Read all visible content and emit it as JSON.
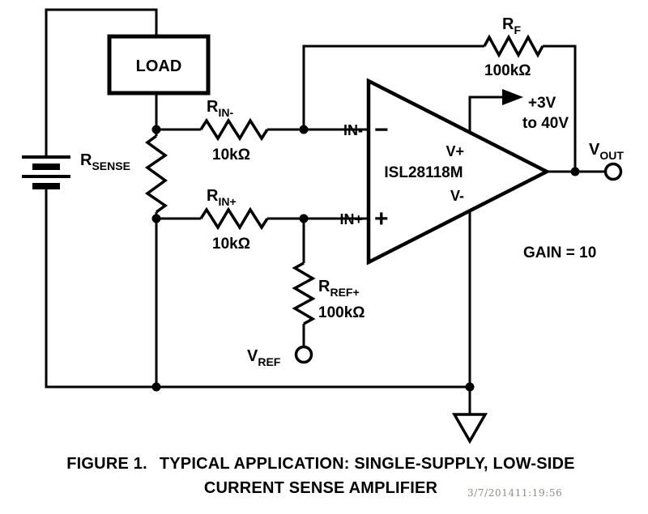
{
  "labels": {
    "load": "LOAD",
    "rsense": {
      "base": "R",
      "sub": "SENSE"
    },
    "rin_minus": {
      "base": "R",
      "sub": "IN-",
      "value": "10kΩ"
    },
    "rin_plus": {
      "base": "R",
      "sub": "IN+",
      "value": "10kΩ"
    },
    "rf": {
      "base": "R",
      "sub": "F",
      "value": "100kΩ"
    },
    "rref": {
      "base": "R",
      "sub": "REF+",
      "value": "100kΩ"
    },
    "vref": {
      "base": "V",
      "sub": "REF"
    },
    "vout": {
      "base": "V",
      "sub": "OUT"
    },
    "opamp": {
      "part": "ISL28118M",
      "in_minus": "IN-",
      "in_plus": "IN+",
      "minus": "−",
      "plus": "+",
      "vplus": "V+",
      "vminus": "V-"
    },
    "supply": {
      "line1": "+3V",
      "line2": "to 40V"
    },
    "gain": "GAIN = 10"
  },
  "caption": {
    "figure": "FIGURE 1.",
    "title_line1": "TYPICAL APPLICATION: SINGLE-SUPPLY, LOW-SIDE",
    "title_line2": "CURRENT SENSE AMPLIFIER",
    "timestamp": "3/7/201411:19:56"
  },
  "colors": {
    "line": "#000000",
    "background": "#ffffff",
    "timestamp": "#8a9181"
  }
}
